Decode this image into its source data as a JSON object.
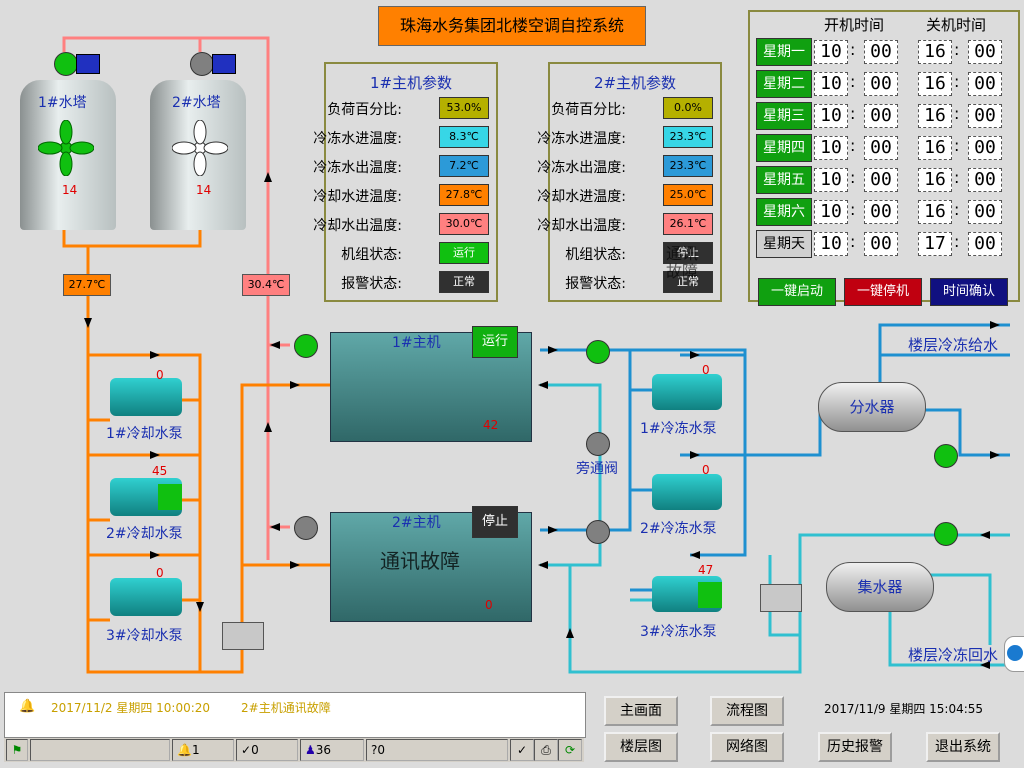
{
  "title": "珠海水务集团北楼空调自控系统",
  "towers": [
    {
      "label": "1#水塔",
      "value": "14"
    },
    {
      "label": "2#水塔",
      "value": "14"
    }
  ],
  "temps": {
    "left": "27.7℃",
    "right": "30.4℃"
  },
  "chiller1_params": {
    "title": "1#主机参数",
    "rows": [
      {
        "label": "负荷百分比:",
        "value": "53.0%"
      },
      {
        "label": "冷冻水进温度:",
        "value": "8.3℃"
      },
      {
        "label": "冷冻水出温度:",
        "value": "7.2℃"
      },
      {
        "label": "冷却水进温度:",
        "value": "27.8℃"
      },
      {
        "label": "冷却水出温度:",
        "value": "30.0℃"
      },
      {
        "label": "机组状态:",
        "value": "运行"
      },
      {
        "label": "报警状态:",
        "value": "正常"
      }
    ]
  },
  "chiller2_params": {
    "title": "2#主机参数",
    "rows": [
      {
        "label": "负荷百分比:",
        "value": "0.0%"
      },
      {
        "label": "冷冻水进温度:",
        "value": "23.3℃"
      },
      {
        "label": "冷冻水出温度:",
        "value": "23.3℃"
      },
      {
        "label": "冷却水进温度:",
        "value": "25.0℃"
      },
      {
        "label": "冷却水出温度:",
        "value": "26.1℃"
      },
      {
        "label": "机组状态:",
        "value": "停止"
      },
      {
        "label": "报警状态:",
        "value": "正常"
      }
    ],
    "overlay": "通讯故障"
  },
  "schedule": {
    "on_header": "开机时间",
    "off_header": "关机时间",
    "days": [
      {
        "day": "星期一",
        "on_h": "10",
        "on_m": "00",
        "off_h": "16",
        "off_m": "00"
      },
      {
        "day": "星期二",
        "on_h": "10",
        "on_m": "00",
        "off_h": "16",
        "off_m": "00"
      },
      {
        "day": "星期三",
        "on_h": "10",
        "on_m": "00",
        "off_h": "16",
        "off_m": "00"
      },
      {
        "day": "星期四",
        "on_h": "10",
        "on_m": "00",
        "off_h": "16",
        "off_m": "00"
      },
      {
        "day": "星期五",
        "on_h": "10",
        "on_m": "00",
        "off_h": "16",
        "off_m": "00"
      },
      {
        "day": "星期六",
        "on_h": "10",
        "on_m": "00",
        "off_h": "16",
        "off_m": "00"
      },
      {
        "day": "星期天",
        "on_h": "10",
        "on_m": "00",
        "off_h": "17",
        "off_m": "00"
      }
    ],
    "colon": ":",
    "buttons": {
      "start": "一键启动",
      "stop": "一键停机",
      "confirm": "时间确认"
    }
  },
  "cooling_pumps": [
    {
      "label": "1#冷却水泵",
      "value": "0"
    },
    {
      "label": "2#冷却水泵",
      "value": "45"
    },
    {
      "label": "3#冷却水泵",
      "value": "0"
    }
  ],
  "chilled_pumps": [
    {
      "label": "1#冷冻水泵",
      "value": "0"
    },
    {
      "label": "2#冷冻水泵",
      "value": "0"
    },
    {
      "label": "3#冷冻水泵",
      "value": "47"
    }
  ],
  "chillers": [
    {
      "label": "1#主机",
      "status": "运行",
      "value": "42"
    },
    {
      "label": "2#主机",
      "status": "停止",
      "value": "0",
      "fault": "通讯故障"
    }
  ],
  "bypass_label": "旁通阀",
  "distributor": "分水器",
  "collector": "集水器",
  "supply_label": "楼层冷冻给水",
  "return_label": "楼层冷冻回水",
  "alarm": {
    "date": "2017/11/2 星期四 10:00:20",
    "message": "2#主机通讯故障"
  },
  "statusbar": {
    "alarms": "1",
    "acks": "0",
    "users": "36",
    "unknown": "0"
  },
  "nav": {
    "main": "主画面",
    "flow": "流程图",
    "floor": "楼层图",
    "network": "网络图",
    "history": "历史报警",
    "exit": "退出系统"
  },
  "clock": "2017/11/9 星期四 15:04:55",
  "colors": {
    "title_bg": "#ff8000",
    "cooling_pipe": "#ff8000",
    "tower_pipe": "#ff8080",
    "chilled_pipe": "#1e90d0",
    "return_pipe": "#30c0d0"
  }
}
